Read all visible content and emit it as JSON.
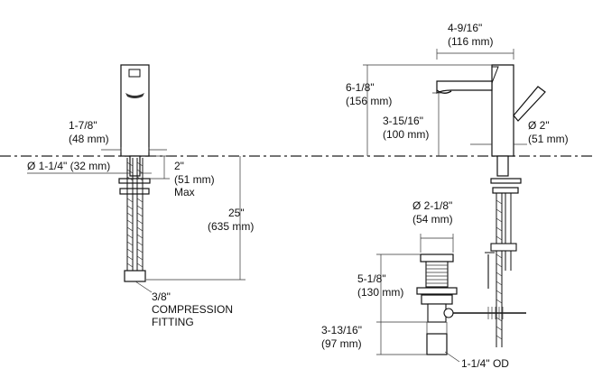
{
  "dimensions": {
    "faucet_projection": {
      "in": "4-9/16\"",
      "mm": "(116 mm)"
    },
    "overall_height": {
      "in": "6-1/8\"",
      "mm": "(156 mm)"
    },
    "spout_height": {
      "in": "3-15/16\"",
      "mm": "(100 mm)"
    },
    "handle_diameter": {
      "in": "Ø 2\"",
      "mm": "(51 mm)"
    },
    "base_width": {
      "in": "1-7/8\"",
      "mm": "(48 mm)"
    },
    "hole_diameter": "Ø 1-1/4\" (32 mm)",
    "deck_thickness": {
      "in": "2\"",
      "mm": "(51 mm)",
      "note": "Max"
    },
    "supply_length": {
      "in": "25\"",
      "mm": "(635 mm)"
    },
    "compression_fitting": {
      "line1": "3/8\"",
      "line2": "COMPRESSION",
      "line3": "FITTING"
    },
    "drain_flange": {
      "in": "Ø 2-1/8\"",
      "mm": "(54 mm)"
    },
    "drain_body": {
      "in": "5-1/8\"",
      "mm": "(130 mm)"
    },
    "tailpiece": {
      "in": "3-13/16\"",
      "mm": "(97 mm)"
    },
    "tailpiece_od": "1-1/4\" OD"
  }
}
